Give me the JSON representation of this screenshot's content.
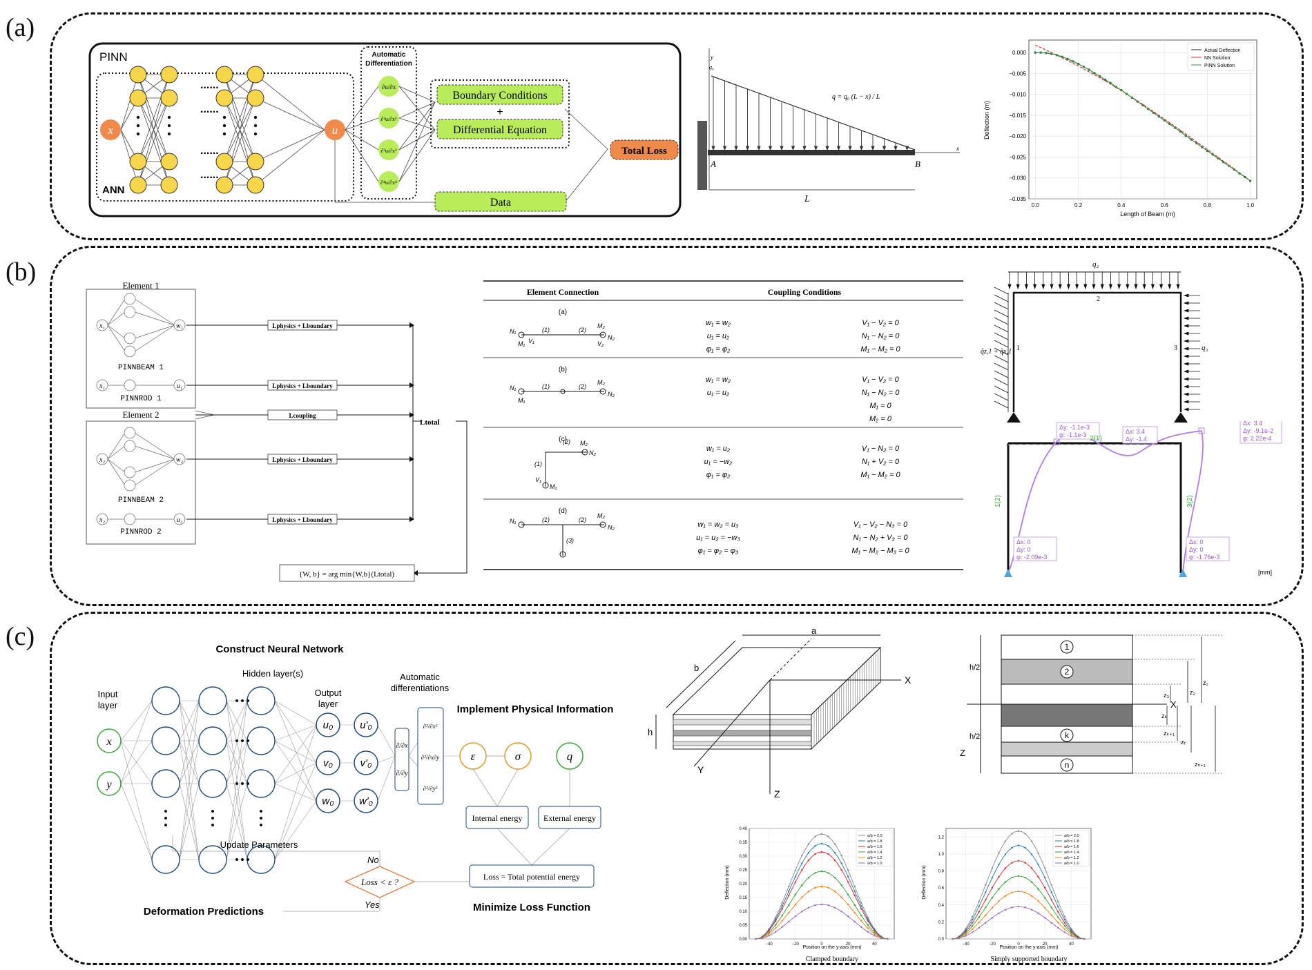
{
  "panels": {
    "a": "(a)",
    "b": "(b)",
    "c": "(c)"
  },
  "panel_a": {
    "pinn_title": "PINN",
    "ann_label": "ANN",
    "input": "x",
    "output": "u",
    "dots": "......",
    "autodiff_title_1": "Automatic",
    "autodiff_title_2": "Differentiation",
    "derivs": [
      "∂u/∂x",
      "∂²u/∂x²",
      "∂³u/∂x³",
      "∂⁴u/∂x⁴"
    ],
    "boundary": "Boundary Conditions",
    "plus": "+",
    "diffeq": "Differential Equation",
    "total_loss": "Total Loss",
    "data": "Data",
    "beam": {
      "q_label": "q = q₀ (L − x) / L",
      "q0": "q₀",
      "y": "y",
      "x": "x",
      "A": "A",
      "B": "B",
      "L": "L"
    },
    "colors": {
      "orange": "#f08a4b",
      "green": "#b8ec5a",
      "yellow": "#f7d64a"
    }
  },
  "chart_data": {
    "type": "line",
    "xlabel": "Length of Beam (m)",
    "ylabel": "Deflection (m)",
    "xlim": [
      -0.03,
      1.03
    ],
    "ylim": [
      -0.035,
      0.003
    ],
    "x_ticks": [
      0.0,
      0.2,
      0.4,
      0.6,
      0.8,
      1.0
    ],
    "x_tick_labels": [
      "0.0",
      "0.2",
      "0.4",
      "0.6",
      "0.8",
      "1.0"
    ],
    "y_ticks": [
      0.0,
      -0.005,
      -0.01,
      -0.015,
      -0.02,
      -0.025,
      -0.03,
      -0.035
    ],
    "y_tick_labels": [
      "0.000",
      "−0.005",
      "−0.010",
      "−0.015",
      "−0.020",
      "−0.025",
      "−0.030",
      "−0.035"
    ],
    "grid": true,
    "legend": "top-right",
    "series": [
      {
        "name": "Actual Deflection",
        "color": "#222222",
        "x": [
          0.0,
          0.025,
          0.05,
          0.075,
          0.1,
          0.125,
          0.15,
          0.175,
          0.2,
          0.225,
          0.25,
          0.275,
          0.3,
          0.325,
          0.35,
          0.375,
          0.4,
          0.425,
          0.45,
          0.475,
          0.5,
          0.525,
          0.55,
          0.575,
          0.6,
          0.625,
          0.65,
          0.675,
          0.7,
          0.725,
          0.75,
          0.775,
          0.8,
          0.825,
          0.85,
          0.875,
          0.9,
          0.925,
          0.95,
          0.975,
          1.0
        ],
        "y": [
          0.0,
          0.0,
          -0.0001,
          -0.0003,
          -0.0006,
          -0.001,
          -0.0015,
          -0.0021,
          -0.0027,
          -0.0034,
          -0.0041,
          -0.0049,
          -0.0057,
          -0.0065,
          -0.0073,
          -0.0082,
          -0.009,
          -0.0099,
          -0.0108,
          -0.0117,
          -0.0126,
          -0.0135,
          -0.0144,
          -0.0153,
          -0.0162,
          -0.0171,
          -0.018,
          -0.0189,
          -0.0199,
          -0.0208,
          -0.0217,
          -0.0226,
          -0.0235,
          -0.0244,
          -0.0253,
          -0.0262,
          -0.0271,
          -0.028,
          -0.0289,
          -0.0298,
          -0.0307
        ]
      },
      {
        "name": "NN Solution",
        "color": "#e03030",
        "x": [
          0.0,
          0.1,
          0.2,
          0.3,
          0.4,
          0.5,
          0.6,
          0.7,
          0.8,
          0.9,
          1.0
        ],
        "y": [
          0.0018,
          -0.0006,
          -0.0032,
          -0.006,
          -0.0091,
          -0.0124,
          -0.0159,
          -0.0195,
          -0.0232,
          -0.0269,
          -0.0307
        ]
      },
      {
        "name": "PINN Solution",
        "color": "#2e9a3e",
        "x": [
          0.0,
          0.025,
          0.05,
          0.075,
          0.1,
          0.125,
          0.15,
          0.175,
          0.2,
          0.225,
          0.25,
          0.275,
          0.3,
          0.325,
          0.35,
          0.375,
          0.4,
          0.425,
          0.45,
          0.475,
          0.5,
          0.525,
          0.55,
          0.575,
          0.6,
          0.625,
          0.65,
          0.675,
          0.7,
          0.725,
          0.75,
          0.775,
          0.8,
          0.825,
          0.85,
          0.875,
          0.9,
          0.925,
          0.95,
          0.975,
          1.0
        ],
        "y": [
          0.0,
          0.0,
          -0.0001,
          -0.0003,
          -0.0006,
          -0.001,
          -0.0015,
          -0.0021,
          -0.0027,
          -0.0034,
          -0.0041,
          -0.0049,
          -0.0057,
          -0.0065,
          -0.0073,
          -0.0082,
          -0.009,
          -0.0099,
          -0.0108,
          -0.0117,
          -0.0126,
          -0.0135,
          -0.0144,
          -0.0153,
          -0.0162,
          -0.0171,
          -0.018,
          -0.0189,
          -0.0199,
          -0.0208,
          -0.0217,
          -0.0226,
          -0.0235,
          -0.0244,
          -0.0253,
          -0.0262,
          -0.0271,
          -0.028,
          -0.0289,
          -0.0298,
          -0.0307
        ]
      }
    ]
  },
  "panel_b": {
    "element1": "Element 1",
    "element2": "Element 2",
    "pinnbeam1": "PINNBEAM 1",
    "pinnrod1": "PINNROD 1",
    "pinnbeam2": "PINNBEAM 2",
    "pinnrod2": "PINNROD 2",
    "x1": "x₁",
    "w1": "w₁",
    "u1": "u₁",
    "x2": "x₂",
    "w2": "w₂",
    "u2": "u₂",
    "loss_pb": "Lphysics + Lboundary",
    "loss_coupling": "Lcoupling",
    "loss_total": "Ltotal",
    "argmin": "{W, b} = arg min{W,b}(Ltotal)",
    "table_head": [
      "Element Connection",
      "Coupling Conditions"
    ],
    "rows": [
      {
        "tag": "(a)",
        "mid": [
          "w₁ = w₂",
          "u₁ = u₂",
          "φ₁ = φ₂"
        ],
        "right": [
          "V₁ − V₂ = 0",
          "N₁ − N₂ = 0",
          "M₁ − M₂ = 0"
        ]
      },
      {
        "tag": "(b)",
        "mid": [
          "w₁ = w₂",
          "u₁ = u₂"
        ],
        "right": [
          "V₁ − V₂ = 0",
          "N₁ − N₂ = 0",
          "M₁ = 0",
          "M₂ = 0"
        ]
      },
      {
        "tag": "(c)",
        "mid": [
          "w₁ = u₂",
          "u₁ = −w₂",
          "φ₁ = φ₂"
        ],
        "right": [
          "V₁ − N₂ = 0",
          "N₁ + V₂ = 0",
          "M₁ − M₂ = 0"
        ]
      },
      {
        "tag": "(d)",
        "mid": [
          "w₁ = w₂ = u₃",
          "u₁ = u₂ = −w₃",
          "φ₁ = φ₂ = φ₃"
        ],
        "right": [
          "V₁ − V₂ − N₃ = 0",
          "N₁ − N₂ + V₃ = 0",
          "M₁ − M₂ − M₃ = 0"
        ]
      }
    ],
    "sketch": {
      "N1": "N₁",
      "M1": "M₁",
      "V1": "V₁",
      "N2": "N₂",
      "M2": "M₂",
      "V2": "V₂",
      "e1": "(1)",
      "e2": "(2)",
      "e3": "(3)"
    },
    "frame": {
      "q2": "q₂",
      "q3": "q₃",
      "q1": "q̂z,1 + q̂x,1",
      "n1": "1",
      "n2": "2",
      "n3": "3"
    },
    "deformed": {
      "top_left": [
        "Δy: -1.1e-3",
        "φ: -1.1e-3"
      ],
      "mid": [
        "Δx: 3.4",
        "Δy: -1.4"
      ],
      "top_right": [
        "Δx: 3.4",
        "Δy: -9.1e-2",
        "φ: 2.22e-4"
      ],
      "bot_left": [
        "Δx: 0",
        "Δy: 0",
        "φ: -2.09e-3"
      ],
      "bot_right": [
        "Δx: 0",
        "Δy: 0",
        "φ: -1.76e-3"
      ],
      "lab_top": "2(1)",
      "lab_left": "1(2)",
      "lab_right": "3(2)",
      "unit": "[mm]"
    }
  },
  "panel_c": {
    "construct": "Construct Neural Network",
    "hidden": "Hidden layer(s)",
    "input_layer": [
      "Input",
      "layer"
    ],
    "output_layer": [
      "Output",
      "layer"
    ],
    "inputs": [
      "x",
      "y"
    ],
    "outputs": [
      "u₀",
      "v₀",
      "w₀"
    ],
    "outputs_prime": [
      "u′₀",
      "v′₀",
      "w′₀"
    ],
    "autodiff": [
      "Automatic",
      "differentiations"
    ],
    "d1": [
      "∂/∂x",
      "∂/∂y"
    ],
    "d2": [
      "∂²/∂x²",
      "∂²/∂x∂y",
      "∂²/∂y²"
    ],
    "implement": "Implement Physical Information",
    "eps": "ε",
    "sigma": "σ",
    "q": "q",
    "internal": "Internal energy",
    "external": "External energy",
    "loss_eq": "Loss = Total potential energy",
    "minimize": "Minimize Loss Function",
    "update": "Update Parameters",
    "no": "No",
    "yes": "Yes",
    "cond": "Loss < ε ?",
    "deformation": "Deformation Predictions",
    "plate": {
      "a": "a",
      "b": "b",
      "h": "h",
      "X": "X",
      "Y": "Y",
      "Z": "Z"
    },
    "layers": {
      "h2a": "h/2",
      "h2b": "h/2",
      "X": "X",
      "Z": "Z",
      "n1": "1",
      "n2": "2",
      "nk": "k",
      "nn": "n",
      "z1": "z₁",
      "z2": "z₂",
      "z3": "z₃",
      "zk": "zₖ",
      "zk1": "zₖ₊₁",
      "zr": "zᵣ",
      "zn1": "zₙ₊₁"
    },
    "clamped_title": "Clamped boundary",
    "simply_title": "Simply supported boundary"
  },
  "chart_data_c": [
    {
      "type": "line",
      "title": "Clamped boundary",
      "xlabel": "Position on the y-axis (mm)",
      "ylabel": "Deflection (mm)",
      "xlim": [
        -55,
        55
      ],
      "ylim": [
        0,
        0.4
      ],
      "x_ticks": [
        -40,
        -20,
        0,
        20,
        40
      ],
      "y_ticks": [
        0.0,
        0.05,
        0.1,
        0.15,
        0.2,
        0.25,
        0.3,
        0.35,
        0.4
      ],
      "y_tick_labels": [
        "0.00",
        "0.05",
        "0.10",
        "0.15",
        "0.20",
        "0.25",
        "0.30",
        "0.35",
        "0.40"
      ],
      "series": [
        {
          "name": "a/b = 2.0",
          "color": "#888888",
          "peak": 0.38
        },
        {
          "name": "a/b = 1.8",
          "color": "#1f77b4",
          "peak": 0.345
        },
        {
          "name": "a/b = 1.6",
          "color": "#d62728",
          "peak": 0.315
        },
        {
          "name": "a/b = 1.4",
          "color": "#2ca02c",
          "peak": 0.245
        },
        {
          "name": "a/b = 1.2",
          "color": "#ff7f0e",
          "peak": 0.19
        },
        {
          "name": "a/b = 1.0",
          "color": "#9467bd",
          "peak": 0.125
        }
      ]
    },
    {
      "type": "line",
      "title": "Simply supported boundary",
      "xlabel": "Position on the y-axis (mm)",
      "ylabel": "Deflection (mm)",
      "xlim": [
        -55,
        55
      ],
      "ylim": [
        0,
        1.3
      ],
      "x_ticks": [
        -40,
        -20,
        0,
        20,
        40
      ],
      "y_ticks": [
        0.0,
        0.2,
        0.4,
        0.6,
        0.8,
        1.0,
        1.2
      ],
      "y_tick_labels": [
        "0.0",
        "0.2",
        "0.4",
        "0.6",
        "0.8",
        "1.0",
        "1.2"
      ],
      "series": [
        {
          "name": "a/b = 2.0",
          "color": "#888888",
          "peak": 1.27
        },
        {
          "name": "a/b = 1.8",
          "color": "#1f77b4",
          "peak": 1.1
        },
        {
          "name": "a/b = 1.6",
          "color": "#d62728",
          "peak": 0.92
        },
        {
          "name": "a/b = 1.4",
          "color": "#2ca02c",
          "peak": 0.74
        },
        {
          "name": "a/b = 1.2",
          "color": "#ff7f0e",
          "peak": 0.56
        },
        {
          "name": "a/b = 1.0",
          "color": "#9467bd",
          "peak": 0.38
        }
      ]
    }
  ]
}
